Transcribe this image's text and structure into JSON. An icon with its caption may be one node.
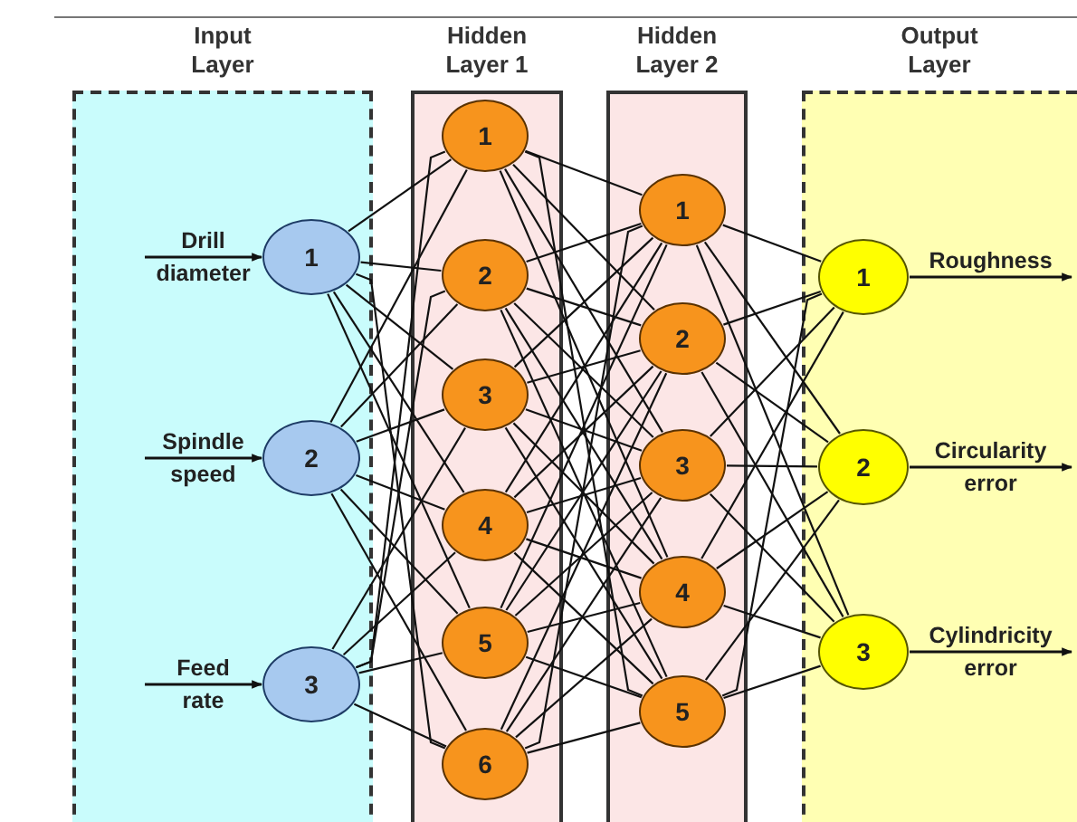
{
  "diagram": {
    "nodes": [
      {
        "text": [
          "Input Layer"
        ]
      },
      {
        "text": [
          "1"
        ],
        "in": 0
      },
      {
        "text": [
          "2"
        ],
        "in": 0
      },
      {
        "text": [
          "3"
        ],
        "in": 0
      },
      {
        "text": [
          "Hidden Layer 1"
        ]
      },
      {
        "text": [
          "1"
        ],
        "in": 4
      },
      {
        "text": [
          "2"
        ],
        "in": 4
      },
      {
        "text": [
          "3"
        ],
        "in": 4
      },
      {
        "text": [
          "4"
        ],
        "in": 4
      },
      {
        "text": [
          "5"
        ],
        "in": 4
      },
      {
        "text": [
          "6"
        ],
        "in": 4
      },
      {
        "text": [
          "Hidden Layer 2"
        ]
      },
      {
        "text": [
          "1"
        ],
        "in": 11
      },
      {
        "text": [
          "2"
        ],
        "in": 11
      },
      {
        "text": [
          "3"
        ],
        "in": 11
      },
      {
        "text": [
          "4"
        ],
        "in": 11
      },
      {
        "text": [
          "5"
        ],
        "in": 11
      },
      {
        "text": [
          "Output Layer"
        ]
      },
      {
        "text": [
          "1"
        ],
        "in": 17
      },
      {
        "text": [
          "2"
        ],
        "in": 17
      },
      {
        "text": [
          "3"
        ],
        "in": 17
      }
    ],
    "edges": [
      {
        "from": null,
        "to": 1,
        "arrow": "to",
        "label": "Drill diameter"
      },
      {
        "from": null,
        "to": 2,
        "arrow": "to",
        "label": "Spindle speed"
      },
      {
        "from": null,
        "to": 3,
        "arrow": "to",
        "label": "Feed rate"
      },
      {
        "from": 1,
        "to": 5,
        "arrow": "none"
      },
      {
        "from": 1,
        "to": 6,
        "arrow": "none"
      },
      {
        "from": 1,
        "to": 7,
        "arrow": "none"
      },
      {
        "from": 1,
        "to": 8,
        "arrow": "none"
      },
      {
        "from": 1,
        "to": 9,
        "arrow": "none"
      },
      {
        "from": 1,
        "to": 10,
        "arrow": "none"
      },
      {
        "from": 2,
        "to": 5,
        "arrow": "none"
      },
      {
        "from": 2,
        "to": 6,
        "arrow": "none"
      },
      {
        "from": 2,
        "to": 7,
        "arrow": "none"
      },
      {
        "from": 2,
        "to": 8,
        "arrow": "none"
      },
      {
        "from": 2,
        "to": 9,
        "arrow": "none"
      },
      {
        "from": 2,
        "to": 10,
        "arrow": "none"
      },
      {
        "from": 3,
        "to": 5,
        "arrow": "none"
      },
      {
        "from": 3,
        "to": 6,
        "arrow": "none"
      },
      {
        "from": 3,
        "to": 7,
        "arrow": "none"
      },
      {
        "from": 3,
        "to": 8,
        "arrow": "none"
      },
      {
        "from": 3,
        "to": 9,
        "arrow": "none"
      },
      {
        "from": 3,
        "to": 10,
        "arrow": "none"
      },
      {
        "from": 5,
        "to": 12,
        "arrow": "none"
      },
      {
        "from": 5,
        "to": 13,
        "arrow": "none"
      },
      {
        "from": 5,
        "to": 14,
        "arrow": "none"
      },
      {
        "from": 5,
        "to": 15,
        "arrow": "none"
      },
      {
        "from": 5,
        "to": 16,
        "arrow": "none"
      },
      {
        "from": 6,
        "to": 12,
        "arrow": "none"
      },
      {
        "from": 6,
        "to": 13,
        "arrow": "none"
      },
      {
        "from": 6,
        "to": 14,
        "arrow": "none"
      },
      {
        "from": 6,
        "to": 15,
        "arrow": "none"
      },
      {
        "from": 6,
        "to": 16,
        "arrow": "none"
      },
      {
        "from": 7,
        "to": 12,
        "arrow": "none"
      },
      {
        "from": 7,
        "to": 13,
        "arrow": "none"
      },
      {
        "from": 7,
        "to": 14,
        "arrow": "none"
      },
      {
        "from": 7,
        "to": 15,
        "arrow": "none"
      },
      {
        "from": 7,
        "to": 16,
        "arrow": "none"
      },
      {
        "from": 8,
        "to": 12,
        "arrow": "none"
      },
      {
        "from": 8,
        "to": 13,
        "arrow": "none"
      },
      {
        "from": 8,
        "to": 14,
        "arrow": "none"
      },
      {
        "from": 8,
        "to": 15,
        "arrow": "none"
      },
      {
        "from": 8,
        "to": 16,
        "arrow": "none"
      },
      {
        "from": 9,
        "to": 12,
        "arrow": "none"
      },
      {
        "from": 9,
        "to": 13,
        "arrow": "none"
      },
      {
        "from": 9,
        "to": 14,
        "arrow": "none"
      },
      {
        "from": 9,
        "to": 15,
        "arrow": "none"
      },
      {
        "from": 9,
        "to": 16,
        "arrow": "none"
      },
      {
        "from": 10,
        "to": 12,
        "arrow": "none"
      },
      {
        "from": 10,
        "to": 13,
        "arrow": "none"
      },
      {
        "from": 10,
        "to": 14,
        "arrow": "none"
      },
      {
        "from": 10,
        "to": 15,
        "arrow": "none"
      },
      {
        "from": 10,
        "to": 16,
        "arrow": "none"
      },
      {
        "from": 12,
        "to": 18,
        "arrow": "none"
      },
      {
        "from": 12,
        "to": 19,
        "arrow": "none"
      },
      {
        "from": 12,
        "to": 20,
        "arrow": "none"
      },
      {
        "from": 13,
        "to": 18,
        "arrow": "none"
      },
      {
        "from": 13,
        "to": 19,
        "arrow": "none"
      },
      {
        "from": 13,
        "to": 20,
        "arrow": "none"
      },
      {
        "from": 14,
        "to": 18,
        "arrow": "none"
      },
      {
        "from": 14,
        "to": 19,
        "arrow": "none"
      },
      {
        "from": 14,
        "to": 20,
        "arrow": "none"
      },
      {
        "from": 15,
        "to": 18,
        "arrow": "none"
      },
      {
        "from": 15,
        "to": 19,
        "arrow": "none"
      },
      {
        "from": 15,
        "to": 20,
        "arrow": "none"
      },
      {
        "from": 16,
        "to": 18,
        "arrow": "none"
      },
      {
        "from": 16,
        "to": 19,
        "arrow": "none"
      },
      {
        "from": 16,
        "to": 20,
        "arrow": "none"
      },
      {
        "from": 18,
        "to": null,
        "arrow": "to",
        "label": "Roughness"
      },
      {
        "from": 19,
        "to": null,
        "arrow": "to",
        "label": "Circularity error"
      },
      {
        "from": 20,
        "to": null,
        "arrow": "to",
        "label": "Cylindricity error"
      }
    ]
  }
}
